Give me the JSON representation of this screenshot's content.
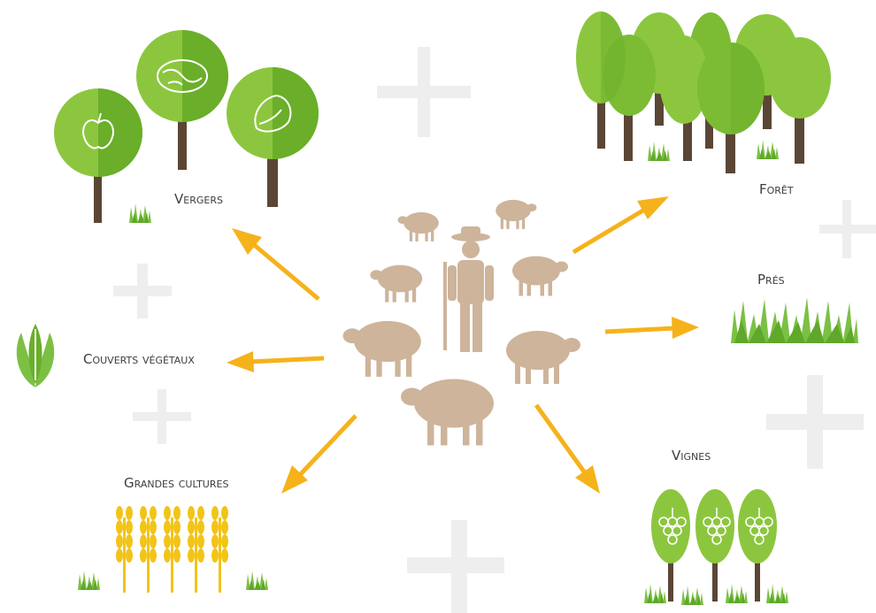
{
  "center": {
    "shepherd": "shepherd-icon",
    "flock": "sheep-icon"
  },
  "labels": {
    "vergers": "Vergers",
    "couverts": "Couverts végétaux",
    "grandes_cultures": "Grandes cultures",
    "foret": "Forêt",
    "pres": "Prés",
    "vignes": "Vignes"
  },
  "colors": {
    "leaf_light": "#8cc63f",
    "leaf_dark": "#6aae2a",
    "trunk": "#5b4636",
    "sheep": "#cdb49b",
    "arrow": "#f5b21b",
    "grass": "#7bc043",
    "wheat": "#f2c417",
    "plus": "#eeeeee"
  }
}
